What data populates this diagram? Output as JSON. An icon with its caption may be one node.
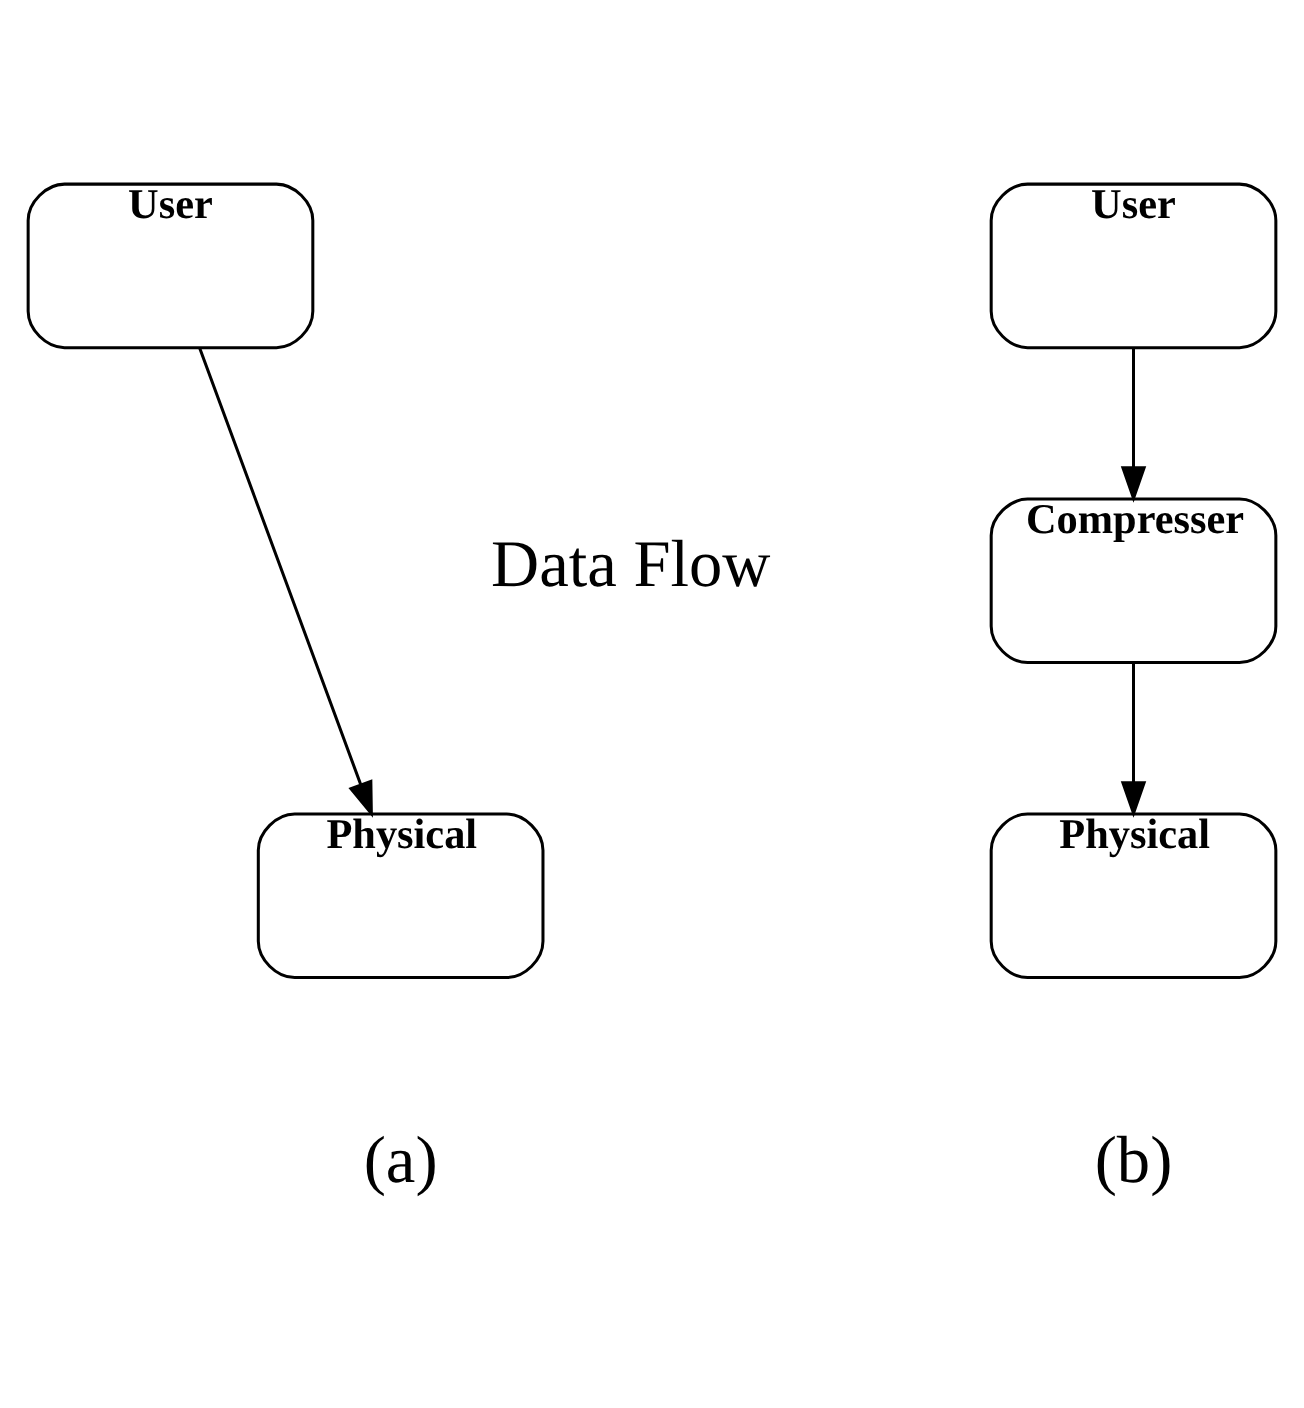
{
  "diagram": {
    "nodes": [
      {
        "text": [
          "User"
        ]
      },
      {
        "text": [
          "Physical"
        ]
      },
      {
        "text": [
          "User"
        ]
      },
      {
        "text": [
          "Compresser"
        ]
      },
      {
        "text": [
          "Physical"
        ]
      }
    ],
    "edges": [
      {
        "from": 0,
        "to": 1,
        "arrow": "to"
      },
      {
        "from": 2,
        "to": 3,
        "arrow": "to"
      },
      {
        "from": 3,
        "to": 4,
        "arrow": "to"
      }
    ],
    "labels": [
      "Data Flow",
      "(a)",
      "(b)"
    ]
  }
}
